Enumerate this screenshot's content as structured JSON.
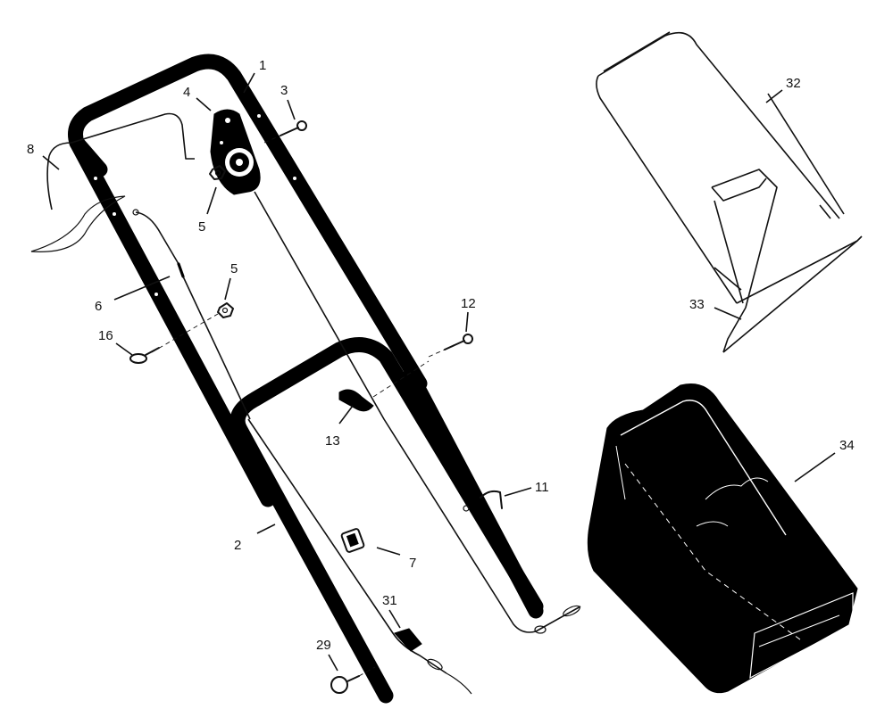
{
  "callouts": {
    "c1": "1",
    "c2": "2",
    "c3": "3",
    "c4": "4",
    "c5a": "5",
    "c5b": "5",
    "c6": "6",
    "c7": "7",
    "c8": "8",
    "c11": "11",
    "c12": "12",
    "c13": "13",
    "c16": "16",
    "c29": "29",
    "c31": "31",
    "c32": "32",
    "c33": "33",
    "c34": "34"
  }
}
